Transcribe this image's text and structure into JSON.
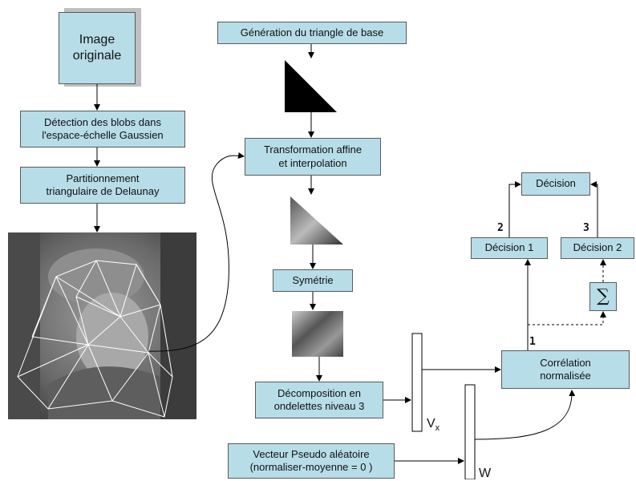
{
  "boxes": {
    "original": "Image\noriginale",
    "blobs": "Détection des blobs dans\nl'espace-échelle Gaussien",
    "partition": "Partitionnement\ntriangulaire de Delaunay",
    "generation": "Génération du triangle de base",
    "transform": "Transformation affine\net interpolation",
    "symmetry": "Symétrie",
    "wavelet": "Décomposition en\nondelettes niveau 3",
    "pseudo": "Vecteur Pseudo aléatoire\n(normaliser-moyenne = 0 )",
    "correlation": "Corrélation\nnormalisée",
    "decision": "Décision",
    "decision1": "Décision 1",
    "decision2": "Décision 2",
    "sum": "∑"
  },
  "labels": {
    "vx": "V",
    "vx_sub": "x",
    "w": "W",
    "n1": "1",
    "n2": "2",
    "n3": "3"
  }
}
